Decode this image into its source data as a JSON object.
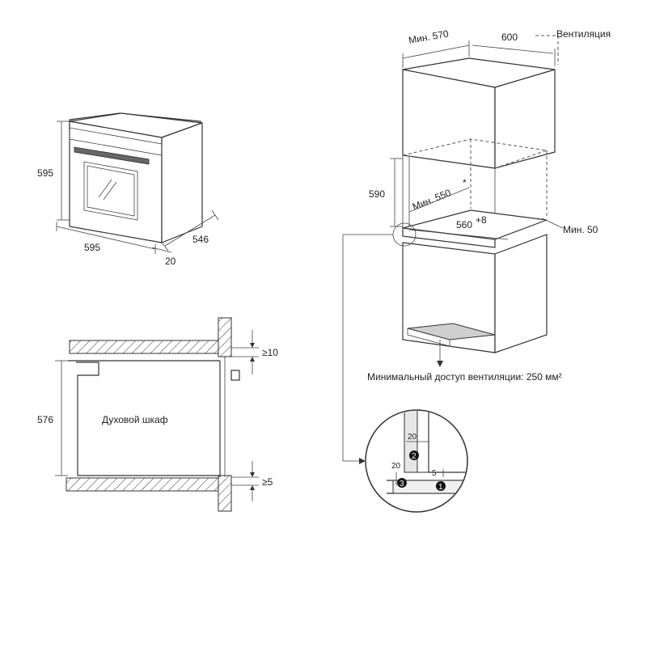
{
  "oven_view": {
    "height": "595",
    "width": "595",
    "depth": "546",
    "door_offset": "20"
  },
  "section_view": {
    "height": "576",
    "cabinet_label": "Духовой шкаф",
    "top_gap": "≥10",
    "bottom_gap": "≥5"
  },
  "cabinet_view": {
    "min_width": "Мин. 570",
    "depth": "600",
    "ventilation": "Вентиляция",
    "niche_height": "590",
    "min_depth": "Мин. 550",
    "asterisk": "*",
    "niche_width": "560",
    "niche_width_tolerance": "+8",
    "min_gap": "Мин. 50",
    "vent_access": "Минимальный доступ вентиляции: 250 мм²"
  },
  "detail_view": {
    "dim_top": "20",
    "dim_left": "20",
    "dim_gap": "5",
    "marker_1": "1",
    "marker_2": "2",
    "marker_3": "3"
  }
}
